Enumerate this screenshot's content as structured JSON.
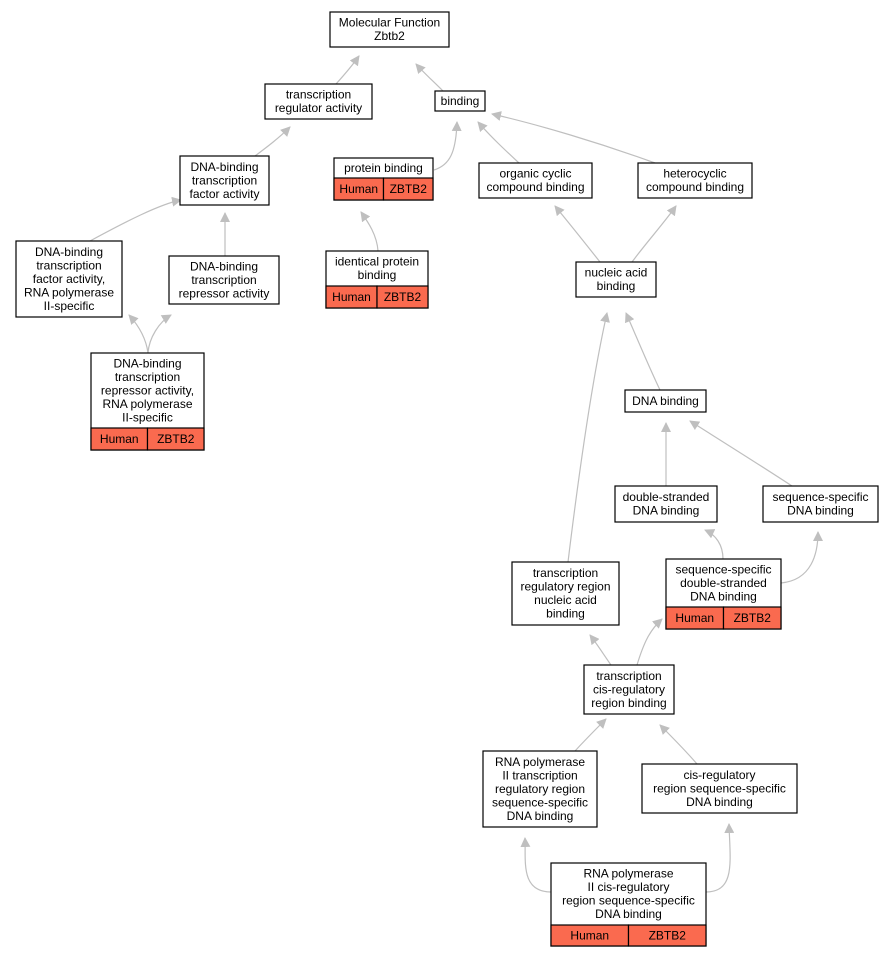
{
  "colors": {
    "tag_fill": "#fa6a4f",
    "edge": "#bfbfbf",
    "border": "#000000",
    "background": "#ffffff"
  },
  "nodes": [
    {
      "id": "mf",
      "lines": [
        "Molecular Function",
        "Zbtb2"
      ]
    },
    {
      "id": "tra",
      "lines": [
        "transcription",
        "regulator activity"
      ]
    },
    {
      "id": "binding",
      "lines": [
        "binding"
      ]
    },
    {
      "id": "dbtfa",
      "lines": [
        "DNA-binding",
        "transcription",
        "factor activity"
      ]
    },
    {
      "id": "pb",
      "lines": [
        "protein binding"
      ],
      "tags": [
        "Human",
        "ZBTB2"
      ]
    },
    {
      "id": "ocb",
      "lines": [
        "organic cyclic",
        "compound binding"
      ]
    },
    {
      "id": "hcb",
      "lines": [
        "heterocyclic",
        "compound binding"
      ]
    },
    {
      "id": "dbtf2",
      "lines": [
        "DNA-binding",
        "transcription",
        "factor activity,",
        "RNA polymerase",
        "II-specific"
      ]
    },
    {
      "id": "dbtra",
      "lines": [
        "DNA-binding",
        "transcription",
        "repressor activity"
      ]
    },
    {
      "id": "ipb",
      "lines": [
        "identical protein",
        "binding"
      ],
      "tags": [
        "Human",
        "ZBTB2"
      ]
    },
    {
      "id": "nab",
      "lines": [
        "nucleic acid",
        "binding"
      ]
    },
    {
      "id": "dbtr2",
      "lines": [
        "DNA-binding",
        "transcription",
        "repressor activity,",
        "RNA polymerase",
        "II-specific"
      ],
      "tags": [
        "Human",
        "ZBTB2"
      ]
    },
    {
      "id": "dnab",
      "lines": [
        "DNA binding"
      ]
    },
    {
      "id": "dsdb",
      "lines": [
        "double-stranded",
        "DNA binding"
      ]
    },
    {
      "id": "ssdb",
      "lines": [
        "sequence-specific",
        "DNA binding"
      ]
    },
    {
      "id": "ssdsdb",
      "lines": [
        "sequence-specific",
        "double-stranded",
        "DNA binding"
      ],
      "tags": [
        "Human",
        "ZBTB2"
      ]
    },
    {
      "id": "trrnab",
      "lines": [
        "transcription",
        "regulatory region",
        "nucleic acid",
        "binding"
      ]
    },
    {
      "id": "tcrrb",
      "lines": [
        "transcription",
        "cis-regulatory",
        "region binding"
      ]
    },
    {
      "id": "rnap2tr",
      "lines": [
        "RNA polymerase",
        "II transcription",
        "regulatory region",
        "sequence-specific",
        "DNA binding"
      ]
    },
    {
      "id": "crrssdb",
      "lines": [
        "cis-regulatory",
        "region sequence-specific",
        "DNA binding"
      ]
    },
    {
      "id": "rnap2cr",
      "lines": [
        "RNA polymerase",
        "II cis-regulatory",
        "region sequence-specific",
        "DNA binding"
      ],
      "tags": [
        "Human",
        "ZBTB2"
      ]
    }
  ],
  "edges": [
    {
      "from": "tra",
      "to": "mf"
    },
    {
      "from": "binding",
      "to": "mf"
    },
    {
      "from": "dbtfa",
      "to": "tra"
    },
    {
      "from": "pb",
      "to": "binding"
    },
    {
      "from": "ocb",
      "to": "binding"
    },
    {
      "from": "hcb",
      "to": "binding"
    },
    {
      "from": "dbtf2",
      "to": "dbtfa"
    },
    {
      "from": "dbtra",
      "to": "dbtfa"
    },
    {
      "from": "ipb",
      "to": "pb"
    },
    {
      "from": "nab",
      "to": "ocb"
    },
    {
      "from": "nab",
      "to": "hcb"
    },
    {
      "from": "dbtr2",
      "to": "dbtf2"
    },
    {
      "from": "dbtr2",
      "to": "dbtra"
    },
    {
      "from": "dnab",
      "to": "nab"
    },
    {
      "from": "trrnab",
      "to": "nab"
    },
    {
      "from": "dsdb",
      "to": "dnab"
    },
    {
      "from": "ssdb",
      "to": "dnab"
    },
    {
      "from": "ssdsdb",
      "to": "dsdb"
    },
    {
      "from": "ssdsdb",
      "to": "ssdb"
    },
    {
      "from": "tcrrb",
      "to": "trrnab"
    },
    {
      "from": "tcrrb",
      "to": "ssdsdb"
    },
    {
      "from": "rnap2tr",
      "to": "tcrrb"
    },
    {
      "from": "crrssdb",
      "to": "tcrrb"
    },
    {
      "from": "rnap2cr",
      "to": "rnap2tr"
    },
    {
      "from": "rnap2cr",
      "to": "crrssdb"
    }
  ]
}
